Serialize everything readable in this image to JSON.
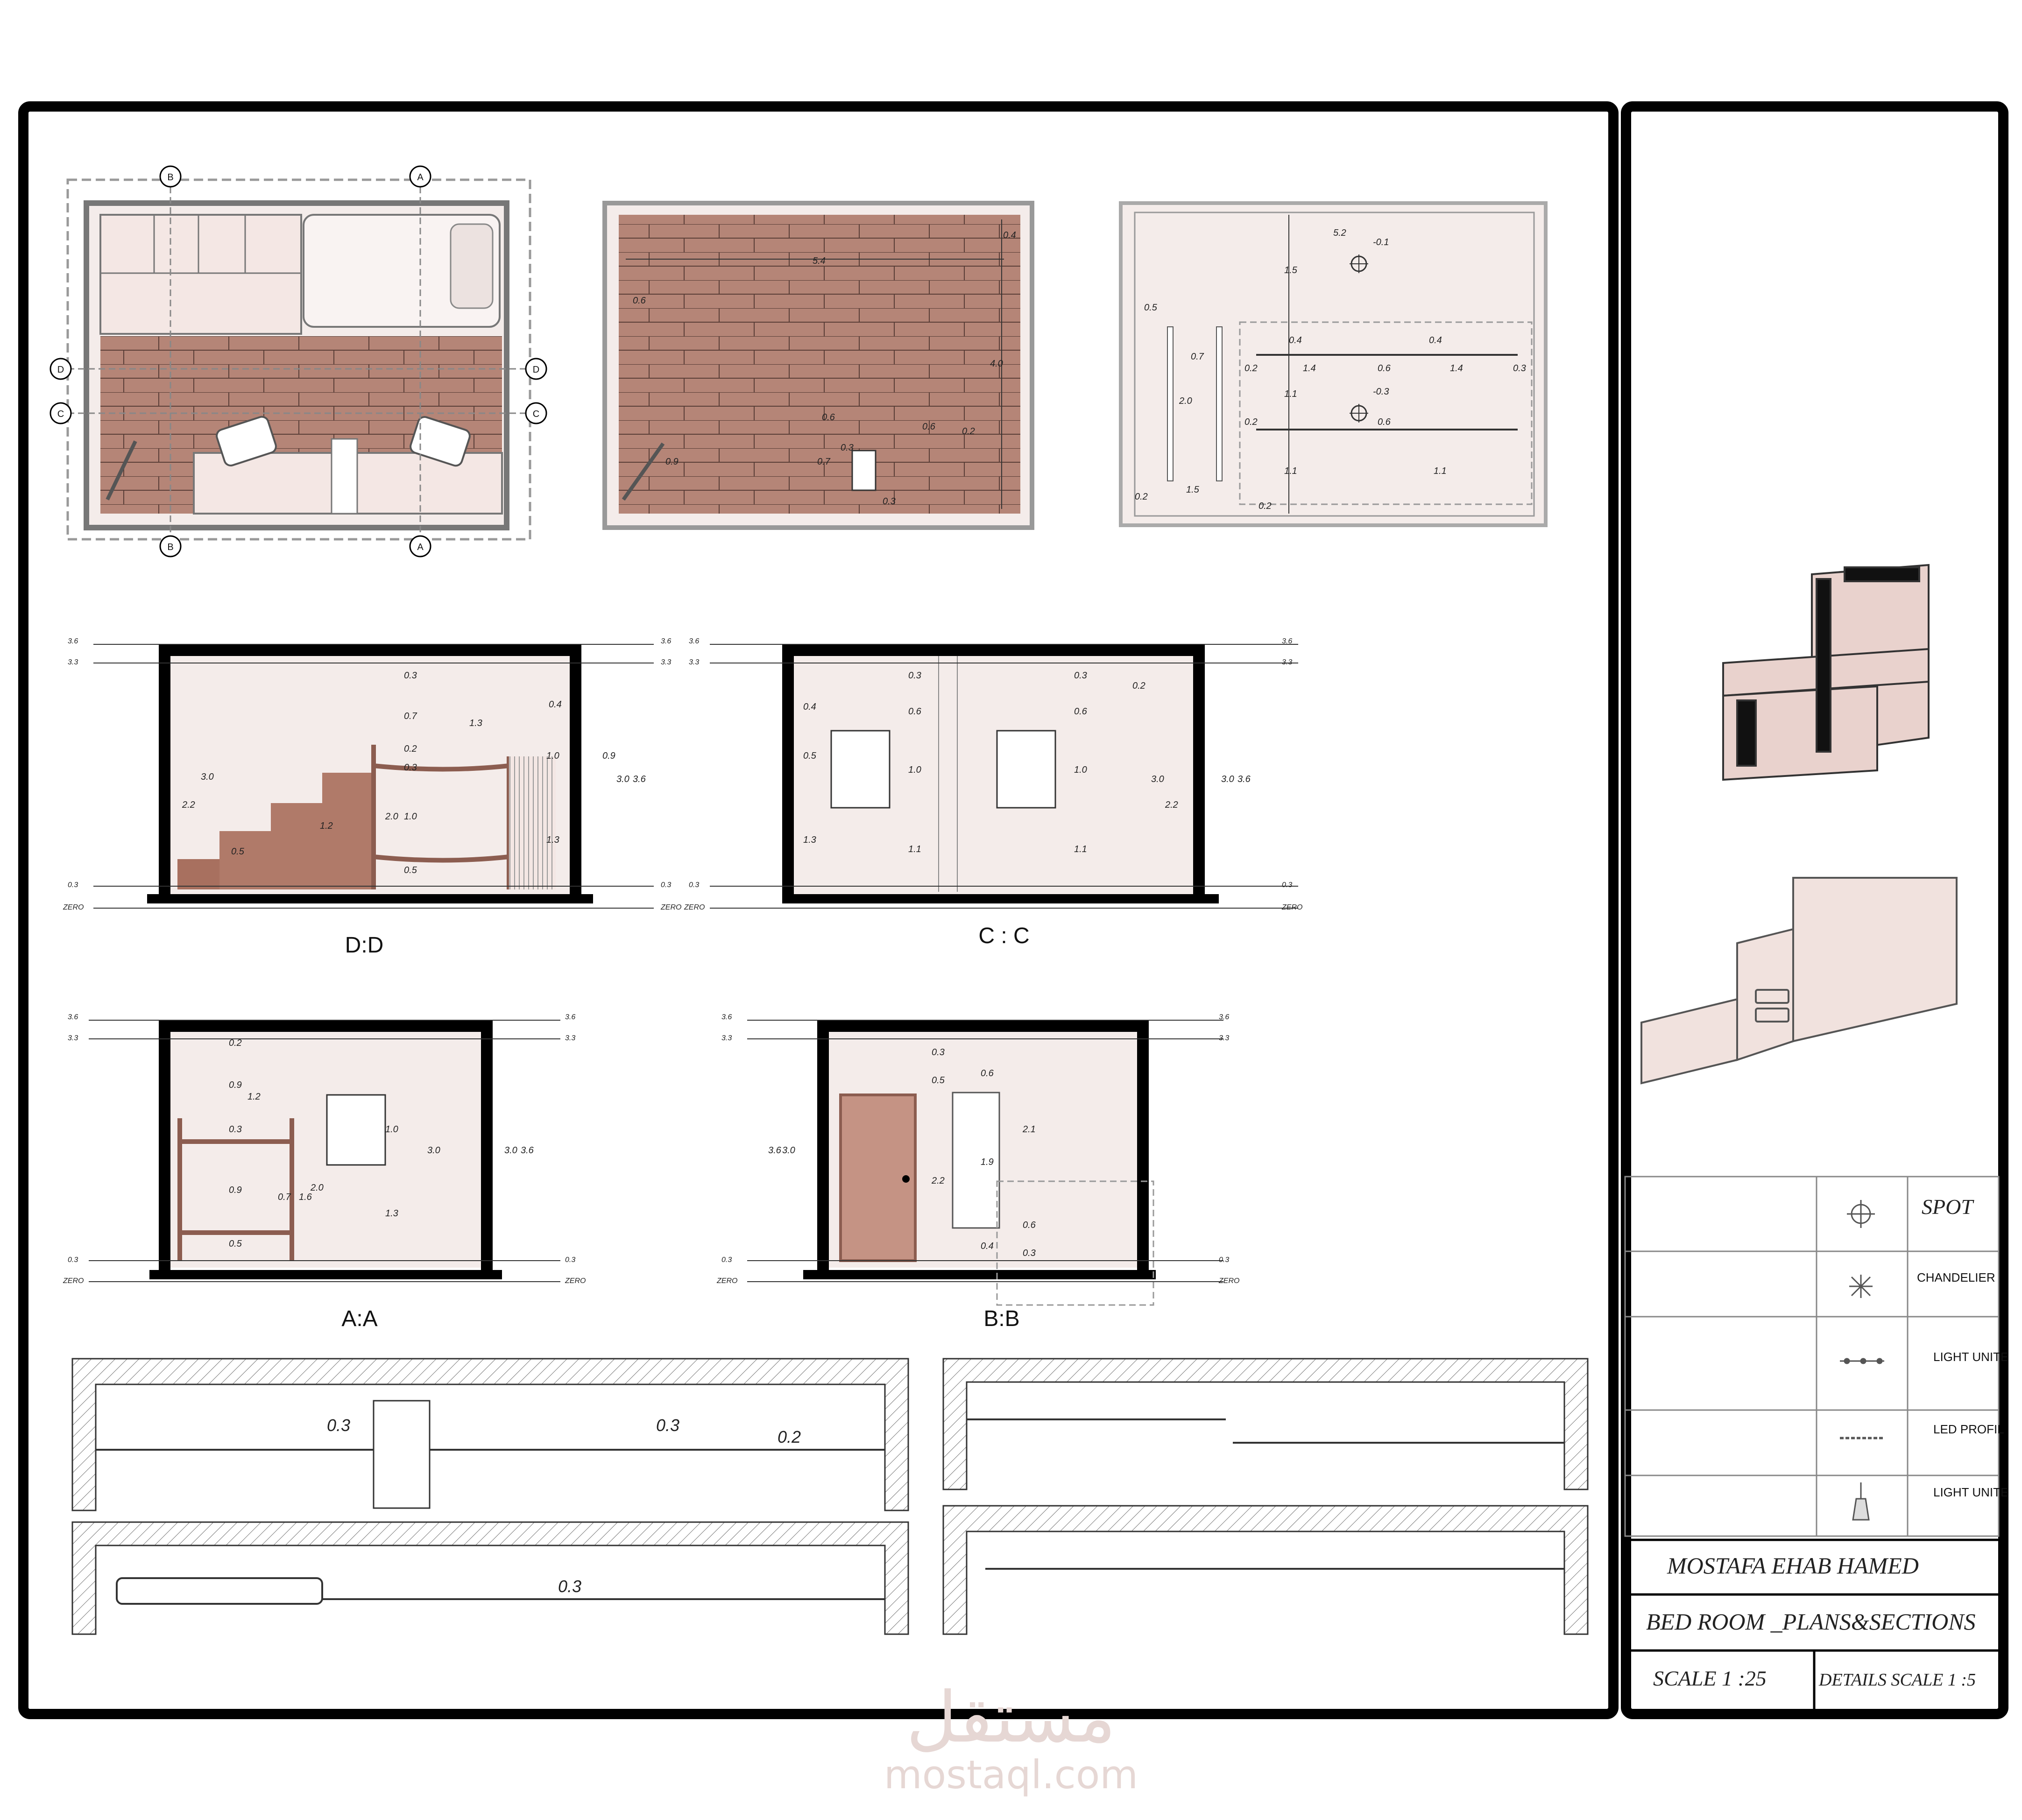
{
  "colors": {
    "frame": "#000000",
    "wall_fill": "#b58577",
    "floor_fill": "#b58577",
    "furniture_fill": "#f4e7e4",
    "wood": "#c59384",
    "ceiling_hatch": "#666666",
    "watermark": "#e6d7d4"
  },
  "plans": {
    "furniture_plan": {
      "section_markers": [
        "B",
        "A",
        "D",
        "C",
        "D",
        "C",
        "B",
        "A"
      ]
    },
    "floor_plan": {
      "dims": [
        "0.4",
        "5.4",
        "0.6",
        "4.0",
        "0.6",
        "0.6",
        "0.2",
        "0.3",
        "0.7",
        "0.9",
        "0.3"
      ]
    },
    "ceiling_plan": {
      "dims": [
        "5.2",
        "-0.1",
        "1.5",
        "0.5",
        "0.7",
        "0.4",
        "0.4",
        "0.2",
        "1.4",
        "0.6",
        "1.4",
        "0.3",
        "2.0",
        "1.1",
        "-0.3",
        "0.2",
        "0.6",
        "1.1",
        "1.1",
        "1.5",
        "0.2",
        "0.2"
      ]
    }
  },
  "sections": [
    {
      "title": "D:D",
      "levels": [
        "3.6",
        "3.3",
        "0.3",
        "ZERO"
      ],
      "dims": [
        "0.3",
        "0.7",
        "1.3",
        "0.2",
        "0.3",
        "1.0",
        "0.5",
        "3.0",
        "2.2",
        "1.2",
        "2.0",
        "0.5",
        "1.0",
        "0.9",
        "1.3",
        "3.0",
        "3.6",
        "0.4"
      ]
    },
    {
      "title": "C : C",
      "levels": [
        "3.6",
        "3.3",
        "0.3",
        "ZERO"
      ],
      "dims": [
        "0.3",
        "0.4",
        "0.6",
        "0.5",
        "1.0",
        "1.3",
        "1.1",
        "0.3",
        "0.6",
        "1.0",
        "1.1",
        "0.2",
        "3.0",
        "2.2",
        "3.0",
        "3.6"
      ]
    },
    {
      "title": "A:A",
      "levels": [
        "3.6",
        "3.3",
        "0.3",
        "ZERO"
      ],
      "dims": [
        "0.2",
        "0.9",
        "1.2",
        "0.3",
        "0.9",
        "0.5",
        "1.0",
        "1.3",
        "3.0",
        "2.0",
        "1.6",
        "0.7",
        "3.0",
        "3.6"
      ]
    },
    {
      "title": "B:B",
      "levels": [
        "3.6",
        "3.3",
        "0.3",
        "ZERO"
      ],
      "dims": [
        "0.3",
        "0.5",
        "0.6",
        "2.1",
        "1.9",
        "2.2",
        "0.6",
        "0.4",
        "0.3",
        "3.6",
        "3.0"
      ]
    }
  ],
  "details": [
    {
      "dims": [
        "0.3",
        "0.3",
        "0.2"
      ]
    },
    {
      "dims": []
    },
    {
      "dims": [
        "0.3"
      ]
    },
    {
      "dims": []
    }
  ],
  "legend": [
    {
      "name": "SPOT",
      "icon": "crosshair-circle-icon"
    },
    {
      "name": "CHANDELIER",
      "icon": "chandelier-star-icon"
    },
    {
      "name": "LIGHT UNITE",
      "icon": "track-light-icon"
    },
    {
      "name": "LED PROFIL",
      "icon": "dashed-line-icon"
    },
    {
      "name": "LIGHT UNITE",
      "icon": "pendant-light-icon"
    }
  ],
  "title_block": {
    "author": "MOSTAFA EHAB HAMED",
    "project": "BED ROOM _PLANS&SECTIONS",
    "scale": "SCALE 1 :25",
    "details_scale": "DETAILS SCALE 1 :5"
  },
  "watermark": {
    "arabic": "مستقل",
    "latin": "mostaql.com"
  }
}
